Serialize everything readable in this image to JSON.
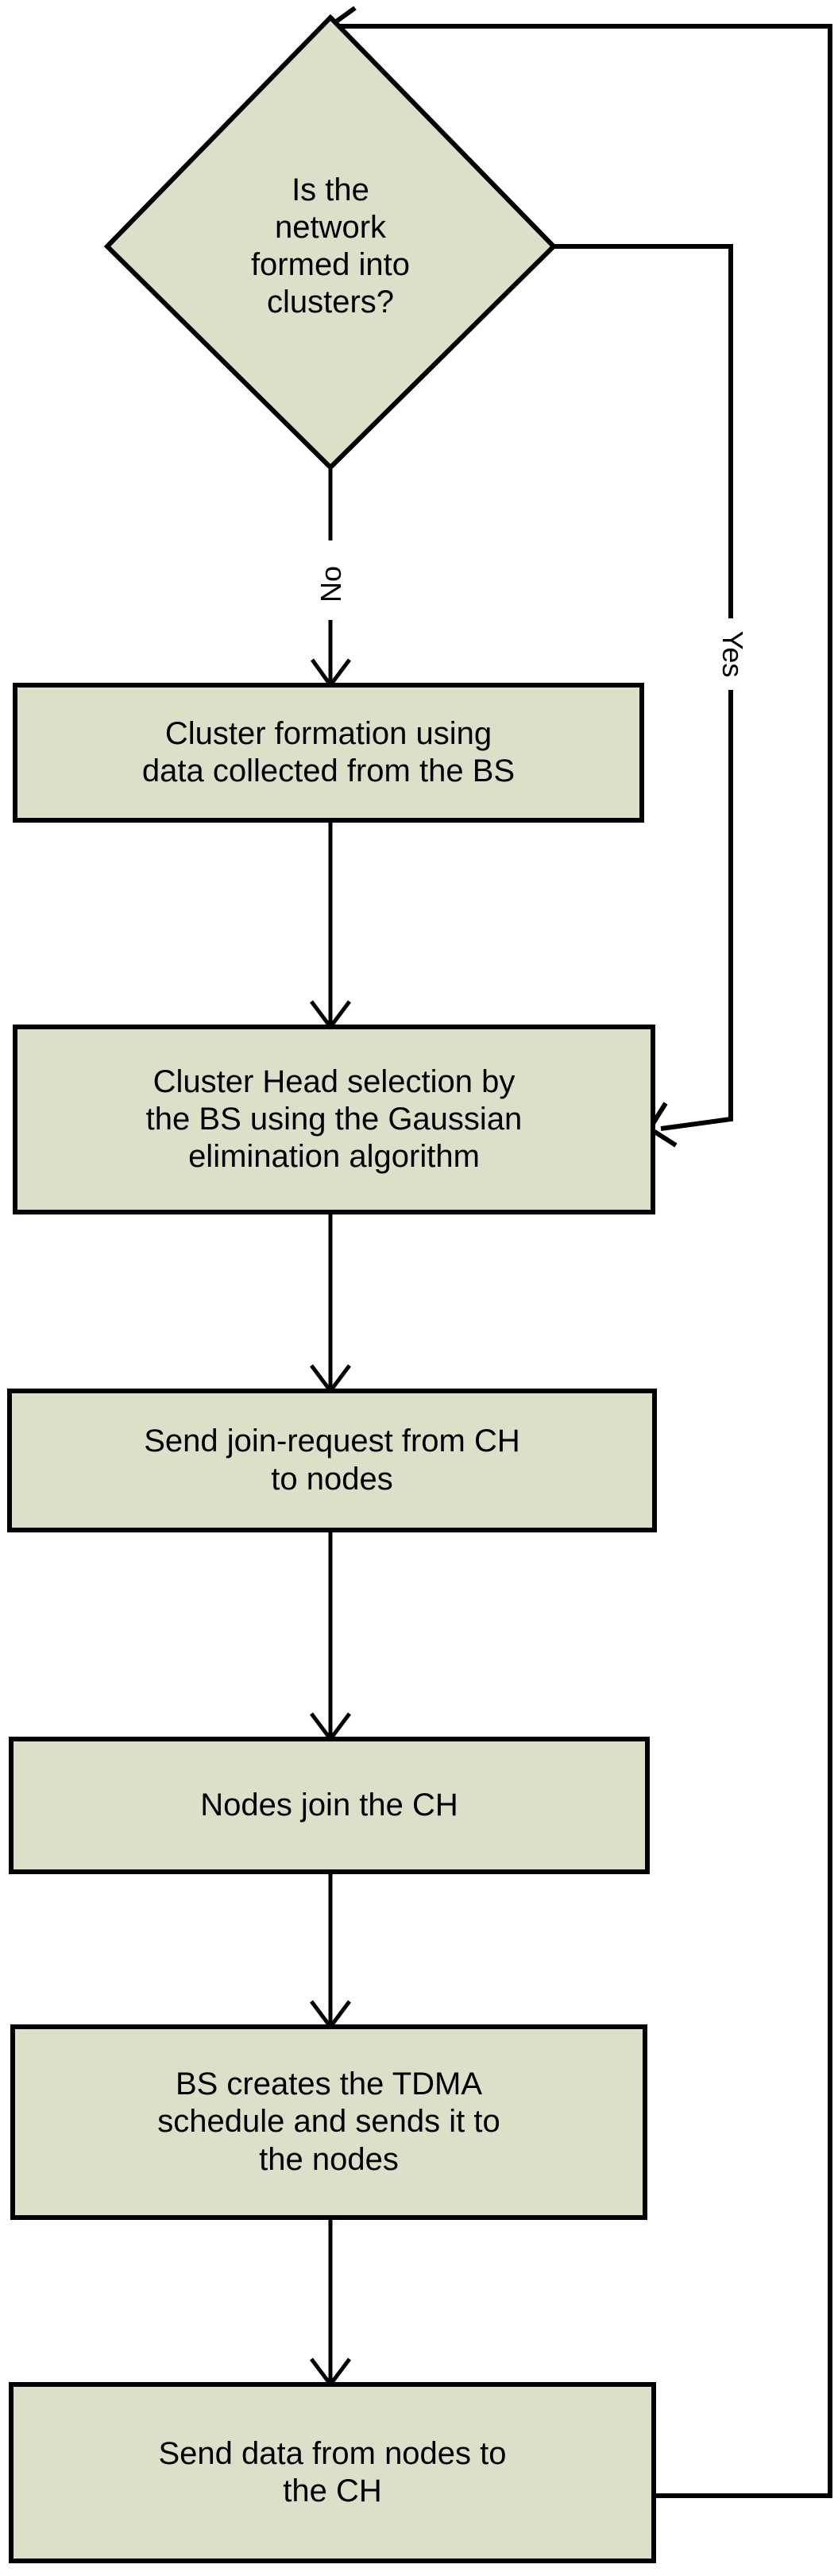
{
  "diagram": {
    "type": "flowchart",
    "title": "Cluster formation and data transmission flowchart",
    "colors": {
      "node_fill": "#dce0c8",
      "node_stroke": "#000000",
      "edge_stroke": "#000000",
      "background": "#ffffff",
      "text": "#000000"
    },
    "nodes": [
      {
        "id": "decision-network-clustered",
        "shape": "diamond",
        "label": "Is the\nnetwork\nformed into\nclusters?"
      },
      {
        "id": "cluster-formation",
        "shape": "rectangle",
        "label": "Cluster formation using\ndata collected from the BS"
      },
      {
        "id": "cluster-head-selection",
        "shape": "rectangle",
        "label": "Cluster Head selection by\nthe BS using the Gaussian\nelimination algorithm"
      },
      {
        "id": "send-join-request",
        "shape": "rectangle",
        "label": "Send join-request from CH\nto nodes"
      },
      {
        "id": "nodes-join-ch",
        "shape": "rectangle",
        "label": "Nodes join the CH"
      },
      {
        "id": "bs-creates-tdma",
        "shape": "rectangle",
        "label": "BS creates the TDMA\nschedule and sends it to\nthe nodes"
      },
      {
        "id": "send-data-to-ch",
        "shape": "rectangle",
        "label": "Send data from nodes to\nthe CH"
      }
    ],
    "edges": [
      {
        "id": "edge-no",
        "from": "decision-network-clustered",
        "to": "cluster-formation",
        "label": "No"
      },
      {
        "id": "edge-yes",
        "from": "decision-network-clustered",
        "to": "cluster-head-selection",
        "label": "Yes"
      },
      {
        "id": "edge-formation-to-selection",
        "from": "cluster-formation",
        "to": "cluster-head-selection",
        "label": ""
      },
      {
        "id": "edge-selection-to-join",
        "from": "cluster-head-selection",
        "to": "send-join-request",
        "label": ""
      },
      {
        "id": "edge-join-to-nodesjoin",
        "from": "send-join-request",
        "to": "nodes-join-ch",
        "label": ""
      },
      {
        "id": "edge-nodesjoin-to-tdma",
        "from": "nodes-join-ch",
        "to": "bs-creates-tdma",
        "label": ""
      },
      {
        "id": "edge-tdma-to-senddata",
        "from": "bs-creates-tdma",
        "to": "send-data-to-ch",
        "label": ""
      },
      {
        "id": "edge-feedback-loop",
        "from": "send-data-to-ch",
        "to": "decision-network-clustered",
        "label": ""
      }
    ]
  }
}
